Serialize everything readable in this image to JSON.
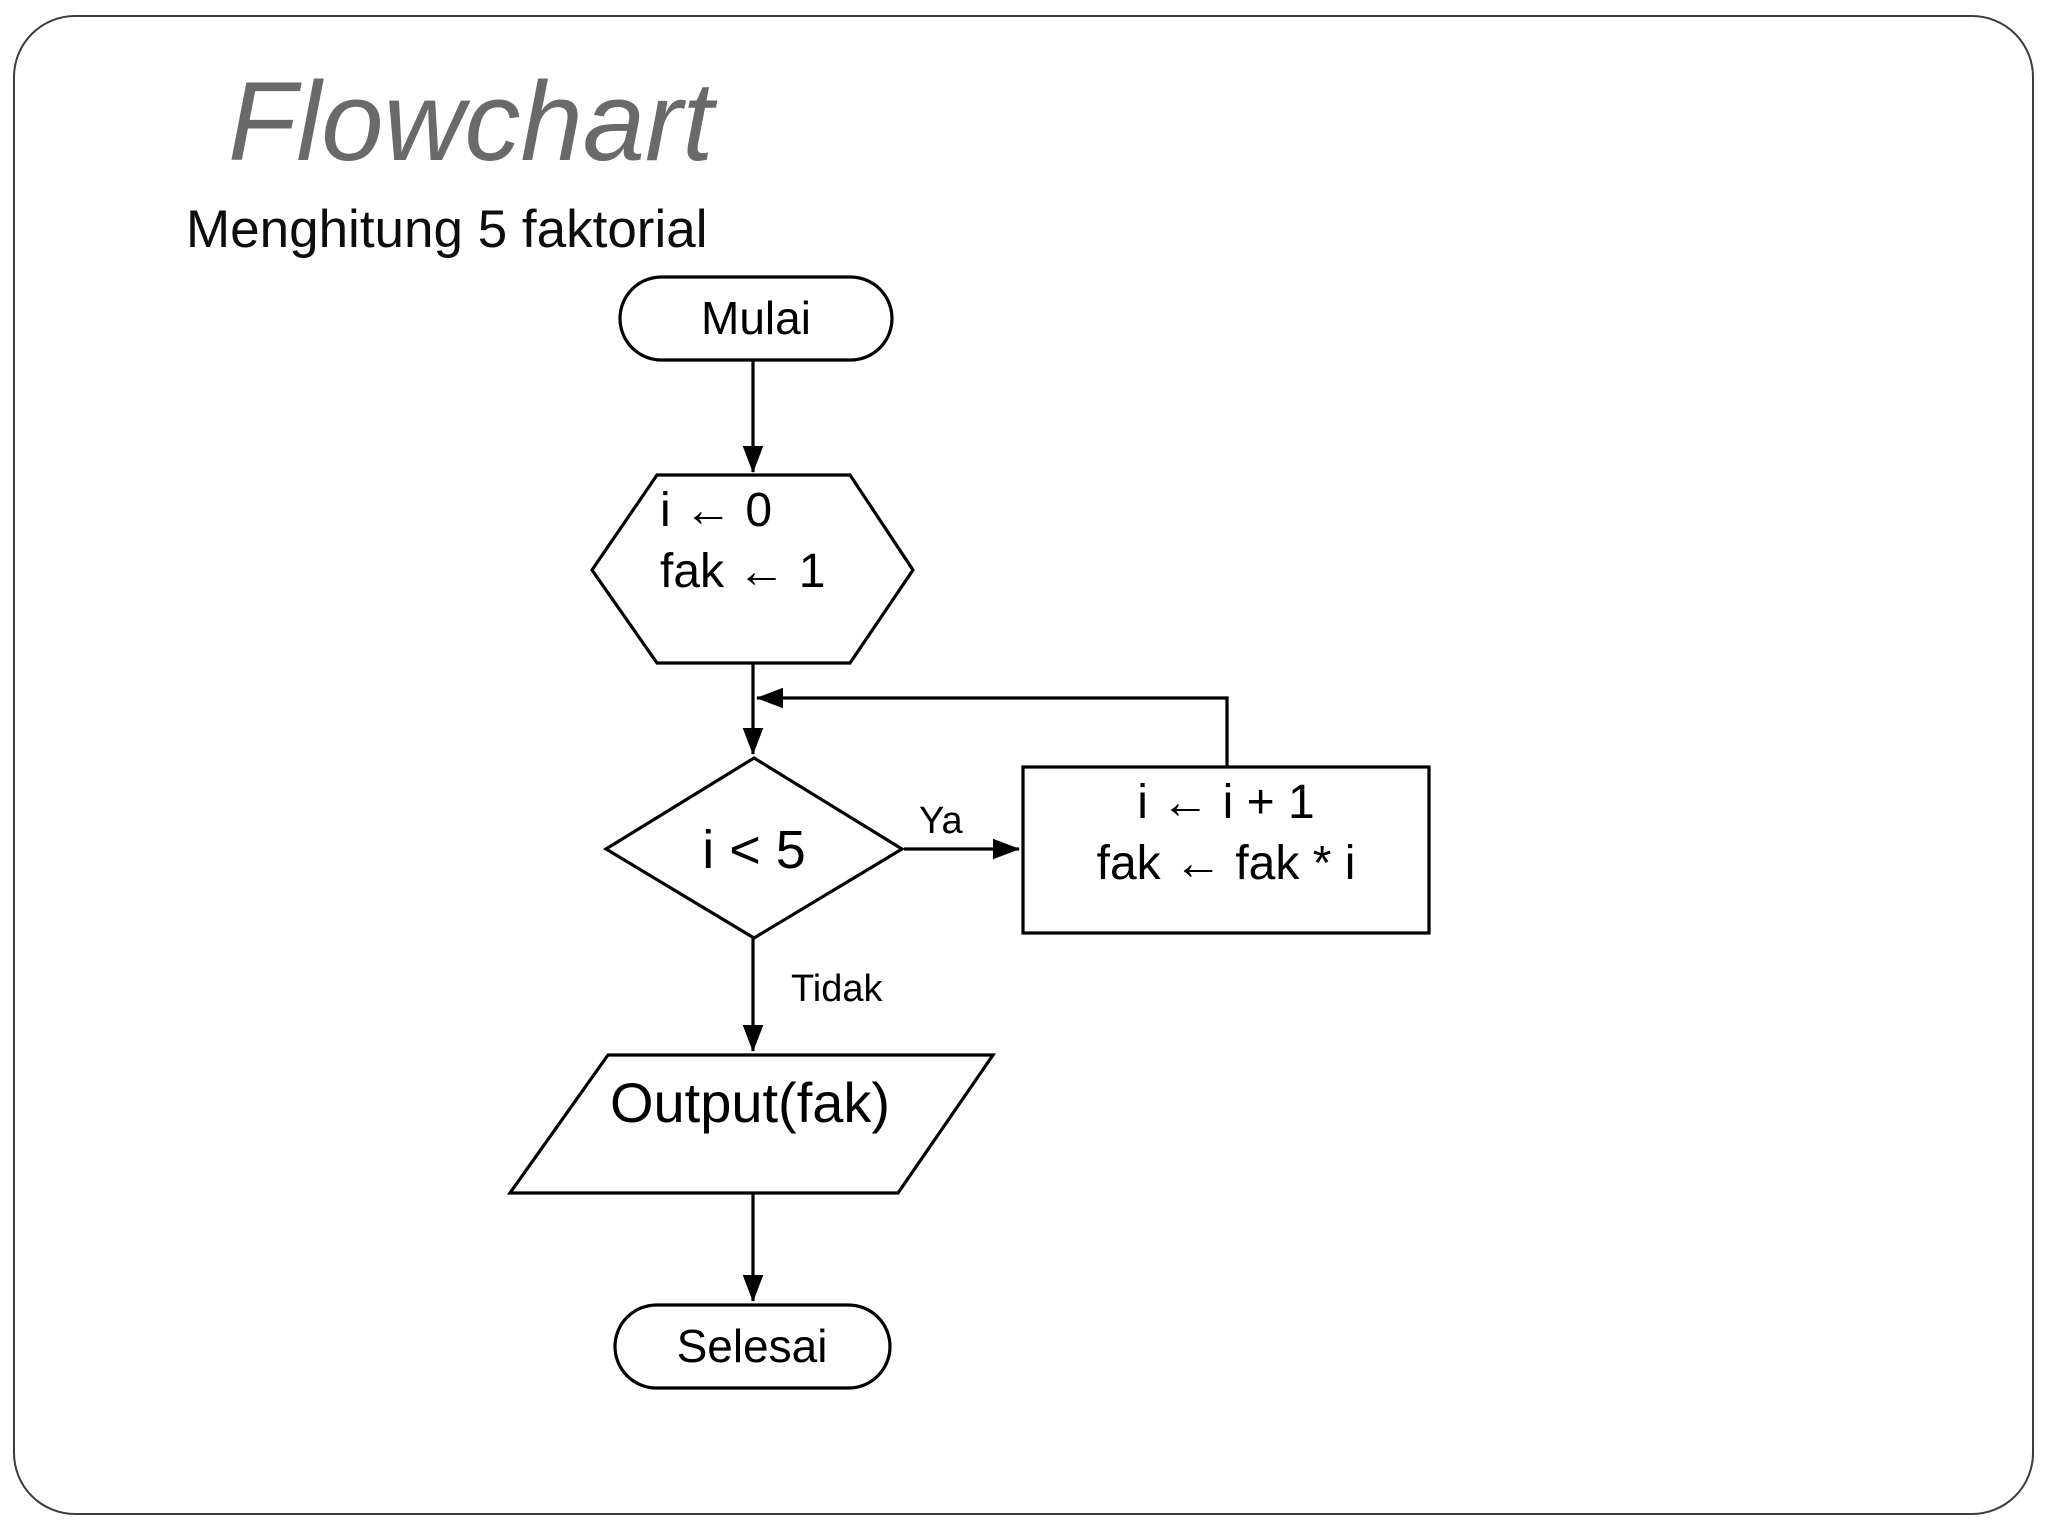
{
  "slide": {
    "title": "Flowchart",
    "subtitle": "Menghitung 5 faktorial"
  },
  "flowchart": {
    "start": {
      "label": "Mulai"
    },
    "init": {
      "line1": "i ← 0",
      "line2": "fak ← 1"
    },
    "decision": {
      "label": "i < 5"
    },
    "branches": {
      "yes": "Ya",
      "no": "Tidak"
    },
    "loop": {
      "line1": "i ← i + 1",
      "line2": "fak ← fak * i"
    },
    "output": {
      "label": "Output(fak)"
    },
    "end": {
      "label": "Selesai"
    }
  },
  "colors": {
    "background": "#ffffff",
    "slide_border": "#3d3d3d",
    "title_text": "#6a6a6a",
    "body_text": "#000000",
    "shape_stroke": "#000000",
    "shape_fill": "#ffffff"
  }
}
